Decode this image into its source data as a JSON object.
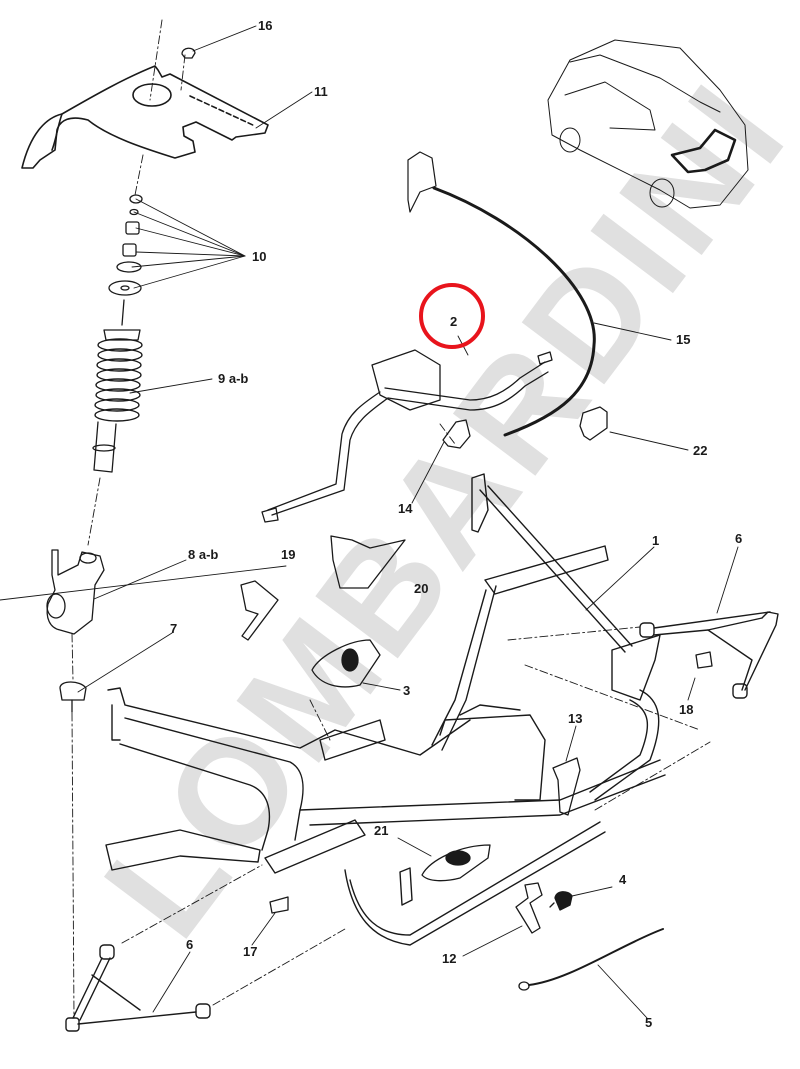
{
  "diagram": {
    "watermark": "LOMBARDINI",
    "highlight_color": "#e8141c",
    "line_color": "#1a1a1a",
    "highlighted_part": "2",
    "callouts": [
      {
        "id": "c16",
        "label": "16",
        "part": "clip"
      },
      {
        "id": "c11",
        "label": "11",
        "part": "cover-panel"
      },
      {
        "id": "c10",
        "label": "10",
        "part": "strut-mount-kit"
      },
      {
        "id": "c9",
        "label": "9 a-b",
        "part": "shock-absorber-spring"
      },
      {
        "id": "c8",
        "label": "8 a-b",
        "part": "steering-knuckle"
      },
      {
        "id": "c7",
        "label": "7",
        "part": "lower-ball-joint"
      },
      {
        "id": "c2",
        "label": "2",
        "part": "crossbar"
      },
      {
        "id": "c15",
        "label": "15",
        "part": "cable"
      },
      {
        "id": "c22",
        "label": "22",
        "part": "latch"
      },
      {
        "id": "c14",
        "label": "14",
        "part": "bracket"
      },
      {
        "id": "c19",
        "label": "19",
        "part": "bracket"
      },
      {
        "id": "c20",
        "label": "20",
        "part": "bracket"
      },
      {
        "id": "c1",
        "label": "1",
        "part": "subframe"
      },
      {
        "id": "c6a",
        "label": "6",
        "part": "control-arm-right"
      },
      {
        "id": "c3",
        "label": "3",
        "part": "engine-mount"
      },
      {
        "id": "c18",
        "label": "18",
        "part": "small-bracket"
      },
      {
        "id": "c13",
        "label": "13",
        "part": "bracket"
      },
      {
        "id": "c21",
        "label": "21",
        "part": "engine-mount"
      },
      {
        "id": "c4",
        "label": "4",
        "part": "rubber-bumper"
      },
      {
        "id": "c17",
        "label": "17",
        "part": "small-bracket"
      },
      {
        "id": "c6b",
        "label": "6",
        "part": "control-arm-left"
      },
      {
        "id": "c12",
        "label": "12",
        "part": "z-bracket"
      },
      {
        "id": "c5",
        "label": "5",
        "part": "ground-cable"
      }
    ]
  }
}
